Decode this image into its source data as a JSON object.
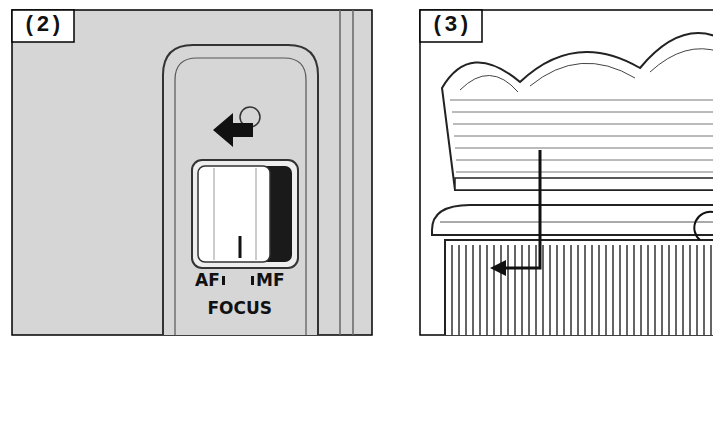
{
  "diagram": {
    "labels": [
      "(2)",
      "(3)",
      "AF",
      "MF",
      "FOCUS"
    ]
  }
}
